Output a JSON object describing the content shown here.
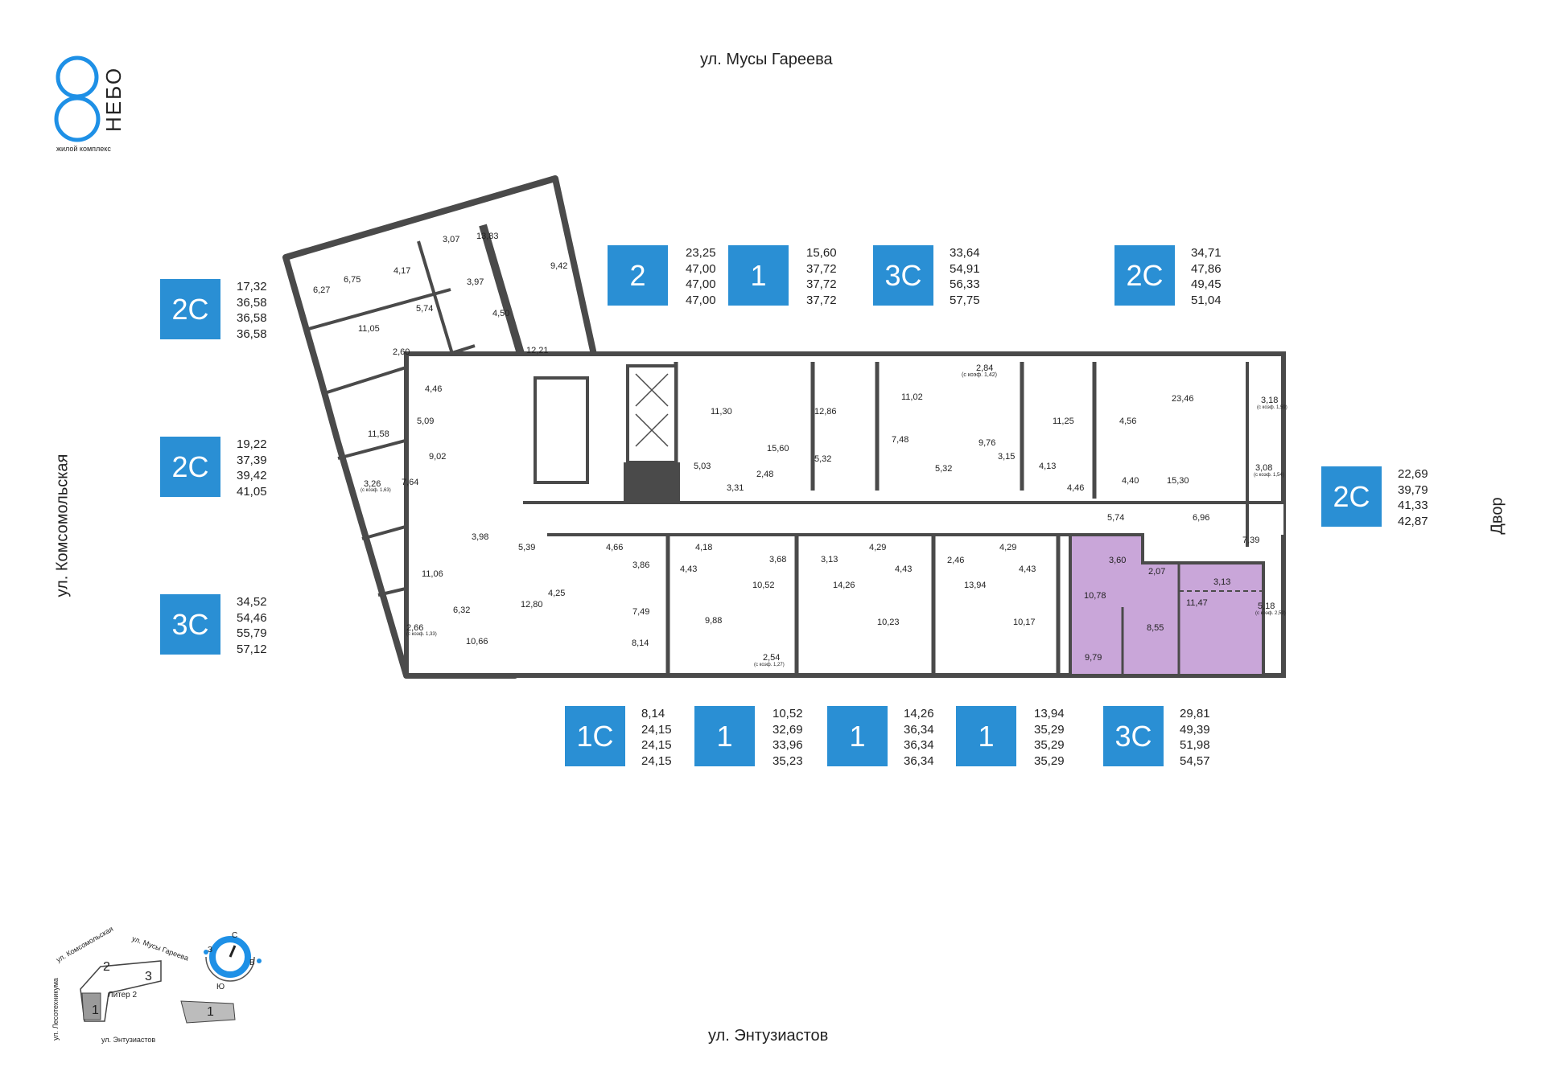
{
  "logo": {
    "name": "НЕБО",
    "subtitle": "жилой комплекс",
    "accent": "#1e90e6"
  },
  "streets": {
    "top": "ул. Мусы Гареева",
    "bottom": "ул. Энтузиастов",
    "left": "ул. Комсомольская",
    "right": "Двор"
  },
  "colors": {
    "badge": "#2a8fd4",
    "highlight": "#c9a6d9",
    "wall": "#4a4a4a"
  },
  "apartments": [
    {
      "type": "2С",
      "areas": [
        "17,32",
        "36,58",
        "36,58",
        "36,58"
      ]
    },
    {
      "type": "2С",
      "areas": [
        "19,22",
        "37,39",
        "39,42",
        "41,05"
      ]
    },
    {
      "type": "3С",
      "areas": [
        "34,52",
        "54,46",
        "55,79",
        "57,12"
      ]
    },
    {
      "type": "2",
      "areas": [
        "23,25",
        "47,00",
        "47,00",
        "47,00"
      ]
    },
    {
      "type": "1",
      "areas": [
        "15,60",
        "37,72",
        "37,72",
        "37,72"
      ]
    },
    {
      "type": "3С",
      "areas": [
        "33,64",
        "54,91",
        "56,33",
        "57,75"
      ]
    },
    {
      "type": "2С",
      "areas": [
        "34,71",
        "47,86",
        "49,45",
        "51,04"
      ]
    },
    {
      "type": "2С",
      "areas": [
        "22,69",
        "39,79",
        "41,33",
        "42,87"
      ]
    },
    {
      "type": "1С",
      "areas": [
        "8,14",
        "24,15",
        "24,15",
        "24,15"
      ]
    },
    {
      "type": "1",
      "areas": [
        "10,52",
        "32,69",
        "33,96",
        "35,23"
      ]
    },
    {
      "type": "1",
      "areas": [
        "14,26",
        "36,34",
        "36,34",
        "36,34"
      ]
    },
    {
      "type": "1",
      "areas": [
        "13,94",
        "35,29",
        "35,29",
        "35,29"
      ]
    },
    {
      "type": "3С",
      "areas": [
        "29,81",
        "49,39",
        "51,98",
        "54,57"
      ]
    }
  ],
  "rooms": [
    "3,07",
    "13,83",
    "6,75",
    "4,17",
    "9,42",
    "6,27",
    "3,97",
    "5,74",
    "4,50",
    "11,05",
    "12,21",
    "2,60",
    "4,46",
    "5,09",
    "11,58",
    "9,02",
    "7,64",
    "3,26",
    "3,98",
    "5,39",
    "11,06",
    "4,25",
    "12,80",
    "6,32",
    "2,66",
    "10,66",
    "11,30",
    "12,86",
    "11,02",
    "2,84",
    "11,25",
    "23,46",
    "3,18",
    "15,60",
    "7,48",
    "9,76",
    "4,56",
    "5,03",
    "5,32",
    "5,32",
    "3,15",
    "4,13",
    "4,40",
    "15,30",
    "3,31",
    "2,48",
    "4,46",
    "3,08",
    "5,74",
    "6,96",
    "7,39",
    "4,66",
    "3,86",
    "4,18",
    "4,43",
    "3,68",
    "3,13",
    "4,29",
    "4,43",
    "2,46",
    "4,29",
    "4,43",
    "3,60",
    "2,07",
    "3,13",
    "10,52",
    "14,26",
    "13,94",
    "10,78",
    "11,47",
    "7,49",
    "9,88",
    "10,23",
    "10,17",
    "8,55",
    "5,18",
    "8,14",
    "2,54",
    "9,79"
  ],
  "coef_notes": [
    "(с коэф. 1,42)",
    "(с коэф. 1,59)",
    "(с коэф. 1,63)",
    "(с коэф. 1,33)",
    "(с коэф. 1,54)",
    "(с коэф. 2,59)",
    "(с коэф. 1,27)"
  ],
  "key_plan": {
    "street_top": "ул. Мусы Гареева",
    "street_left_top": "ул. Комсомольская",
    "street_left": "ул. Лесотехникума",
    "street_bottom": "ул. Энтузиастов",
    "building_label": "Литер 2",
    "sections": [
      "1",
      "2",
      "3"
    ],
    "mini_section": "1",
    "compass": {
      "north": "С",
      "south": "Ю",
      "west": "З",
      "east": "В"
    }
  }
}
